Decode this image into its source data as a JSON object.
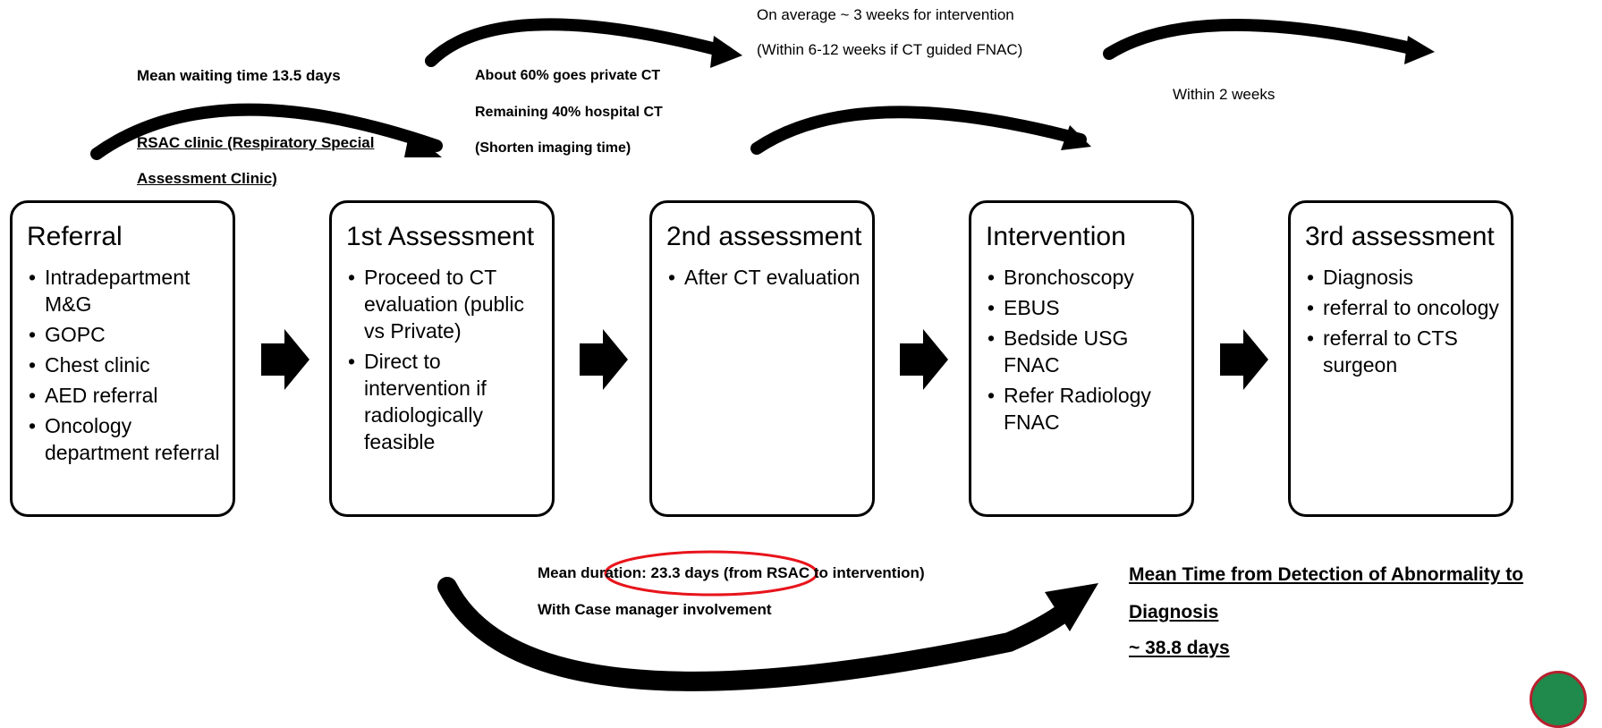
{
  "annotations": {
    "mean_waiting": "Mean waiting time 13.5 days",
    "rsac_line1": "RSAC clinic (Respiratory Special ",
    "rsac_line2": "Assessment Clinic)",
    "private_ct": "About 60% goes private CT",
    "hospital_ct": "Remaining 40% hospital CT",
    "shorten": "(Shorten imaging time)",
    "avg_intervention": "On average ~ 3 weeks for intervention",
    "ct_guided": "(Within 6-12 weeks if CT guided FNAC)",
    "within_2_weeks": "Within 2 weeks",
    "mean_duration": "Mean duration: 23.3 days (from RSAC to intervention)",
    "case_manager": "With Case manager involvement"
  },
  "summary": {
    "line1": "Mean Time from Detection of Abnormality to ",
    "line2": "Diagnosis",
    "line3": "~ 38.8 days"
  },
  "stages": [
    {
      "title": "Referral",
      "items": [
        "Intradepartment M&G",
        "GOPC",
        "Chest clinic",
        "AED referral",
        "Oncology department referral"
      ]
    },
    {
      "title": "1st Assessment",
      "items": [
        "Proceed to CT evaluation (public vs Private)",
        "Direct to intervention if radiologically feasible"
      ]
    },
    {
      "title": "2nd assessment",
      "items": [
        "After CT evaluation"
      ]
    },
    {
      "title": "Intervention",
      "items": [
        "Bronchoscopy",
        "EBUS",
        "Bedside USG FNAC",
        "Refer Radiology FNAC"
      ]
    },
    {
      "title": "3rd assessment",
      "items": [
        "Diagnosis",
        "referral to oncology",
        "referral to CTS surgeon"
      ]
    }
  ],
  "colors": {
    "highlight": "#e8141c",
    "ink": "#000000"
  }
}
